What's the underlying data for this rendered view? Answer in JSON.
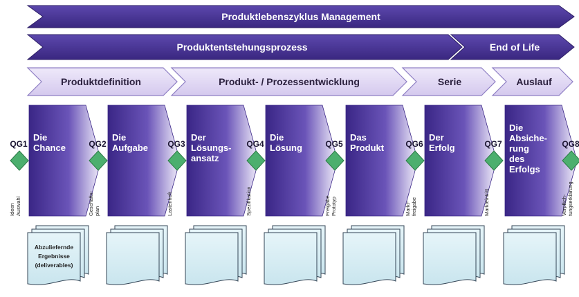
{
  "top_bands": [
    {
      "label": "Produktlebenszyklus Management"
    },
    {
      "label": "Produktentstehungsprozess"
    },
    {
      "label": "End of Life"
    }
  ],
  "phases": [
    {
      "label": "Produktdefinition"
    },
    {
      "label": "Produkt- / Prozessentwicklung"
    },
    {
      "label": "Serie"
    },
    {
      "label": "Auslauf"
    }
  ],
  "gates": [
    {
      "label": "QG1",
      "milestone": [
        "Ideen",
        "Auswahl"
      ]
    },
    {
      "label": "QG2",
      "milestone": [
        "Geschäfts-",
        "plan"
      ]
    },
    {
      "label": "QG3",
      "milestone": [
        "Lastenheft"
      ]
    },
    {
      "label": "QG4",
      "milestone": [
        "Spezifikation"
      ]
    },
    {
      "label": "QG5",
      "milestone": [
        "Freigabe",
        "Prototyp"
      ]
    },
    {
      "label": "QG6",
      "milestone": [
        "Markt-",
        "freigabe"
      ]
    },
    {
      "label": "QG7",
      "milestone": [
        "Markteintritt"
      ]
    },
    {
      "label": "QG8",
      "milestone": [
        "Verpflich-",
        "tungserklärung"
      ]
    }
  ],
  "steps": [
    {
      "lines": [
        "Die",
        "Chance"
      ]
    },
    {
      "lines": [
        "Die",
        "Aufgabe"
      ]
    },
    {
      "lines": [
        "Der",
        "Lösungs-",
        "ansatz"
      ]
    },
    {
      "lines": [
        "Die",
        "Lösung"
      ]
    },
    {
      "lines": [
        "Das",
        "Produkt"
      ]
    },
    {
      "lines": [
        "Der",
        "Erfolg"
      ]
    },
    {
      "lines": [
        "Die",
        "Absiche-",
        "rung",
        "des",
        "Erfolgs"
      ]
    }
  ],
  "deliverables_label": [
    "Abzuliefernde",
    "Ergebnisse",
    "(deliverables)"
  ],
  "colors": {
    "band_dark": "#3f2a86",
    "band_light": "#7b68c6",
    "phase_fill": "#e3dbf4",
    "phase_stroke": "#8f7fc4",
    "step_dark": "#3a2686",
    "step_light": "#ffffff",
    "gate_fill": "#4caf6e",
    "gate_stroke": "#2c7b47",
    "doc_fill": "#d6eef4",
    "doc_stroke": "#334455"
  }
}
